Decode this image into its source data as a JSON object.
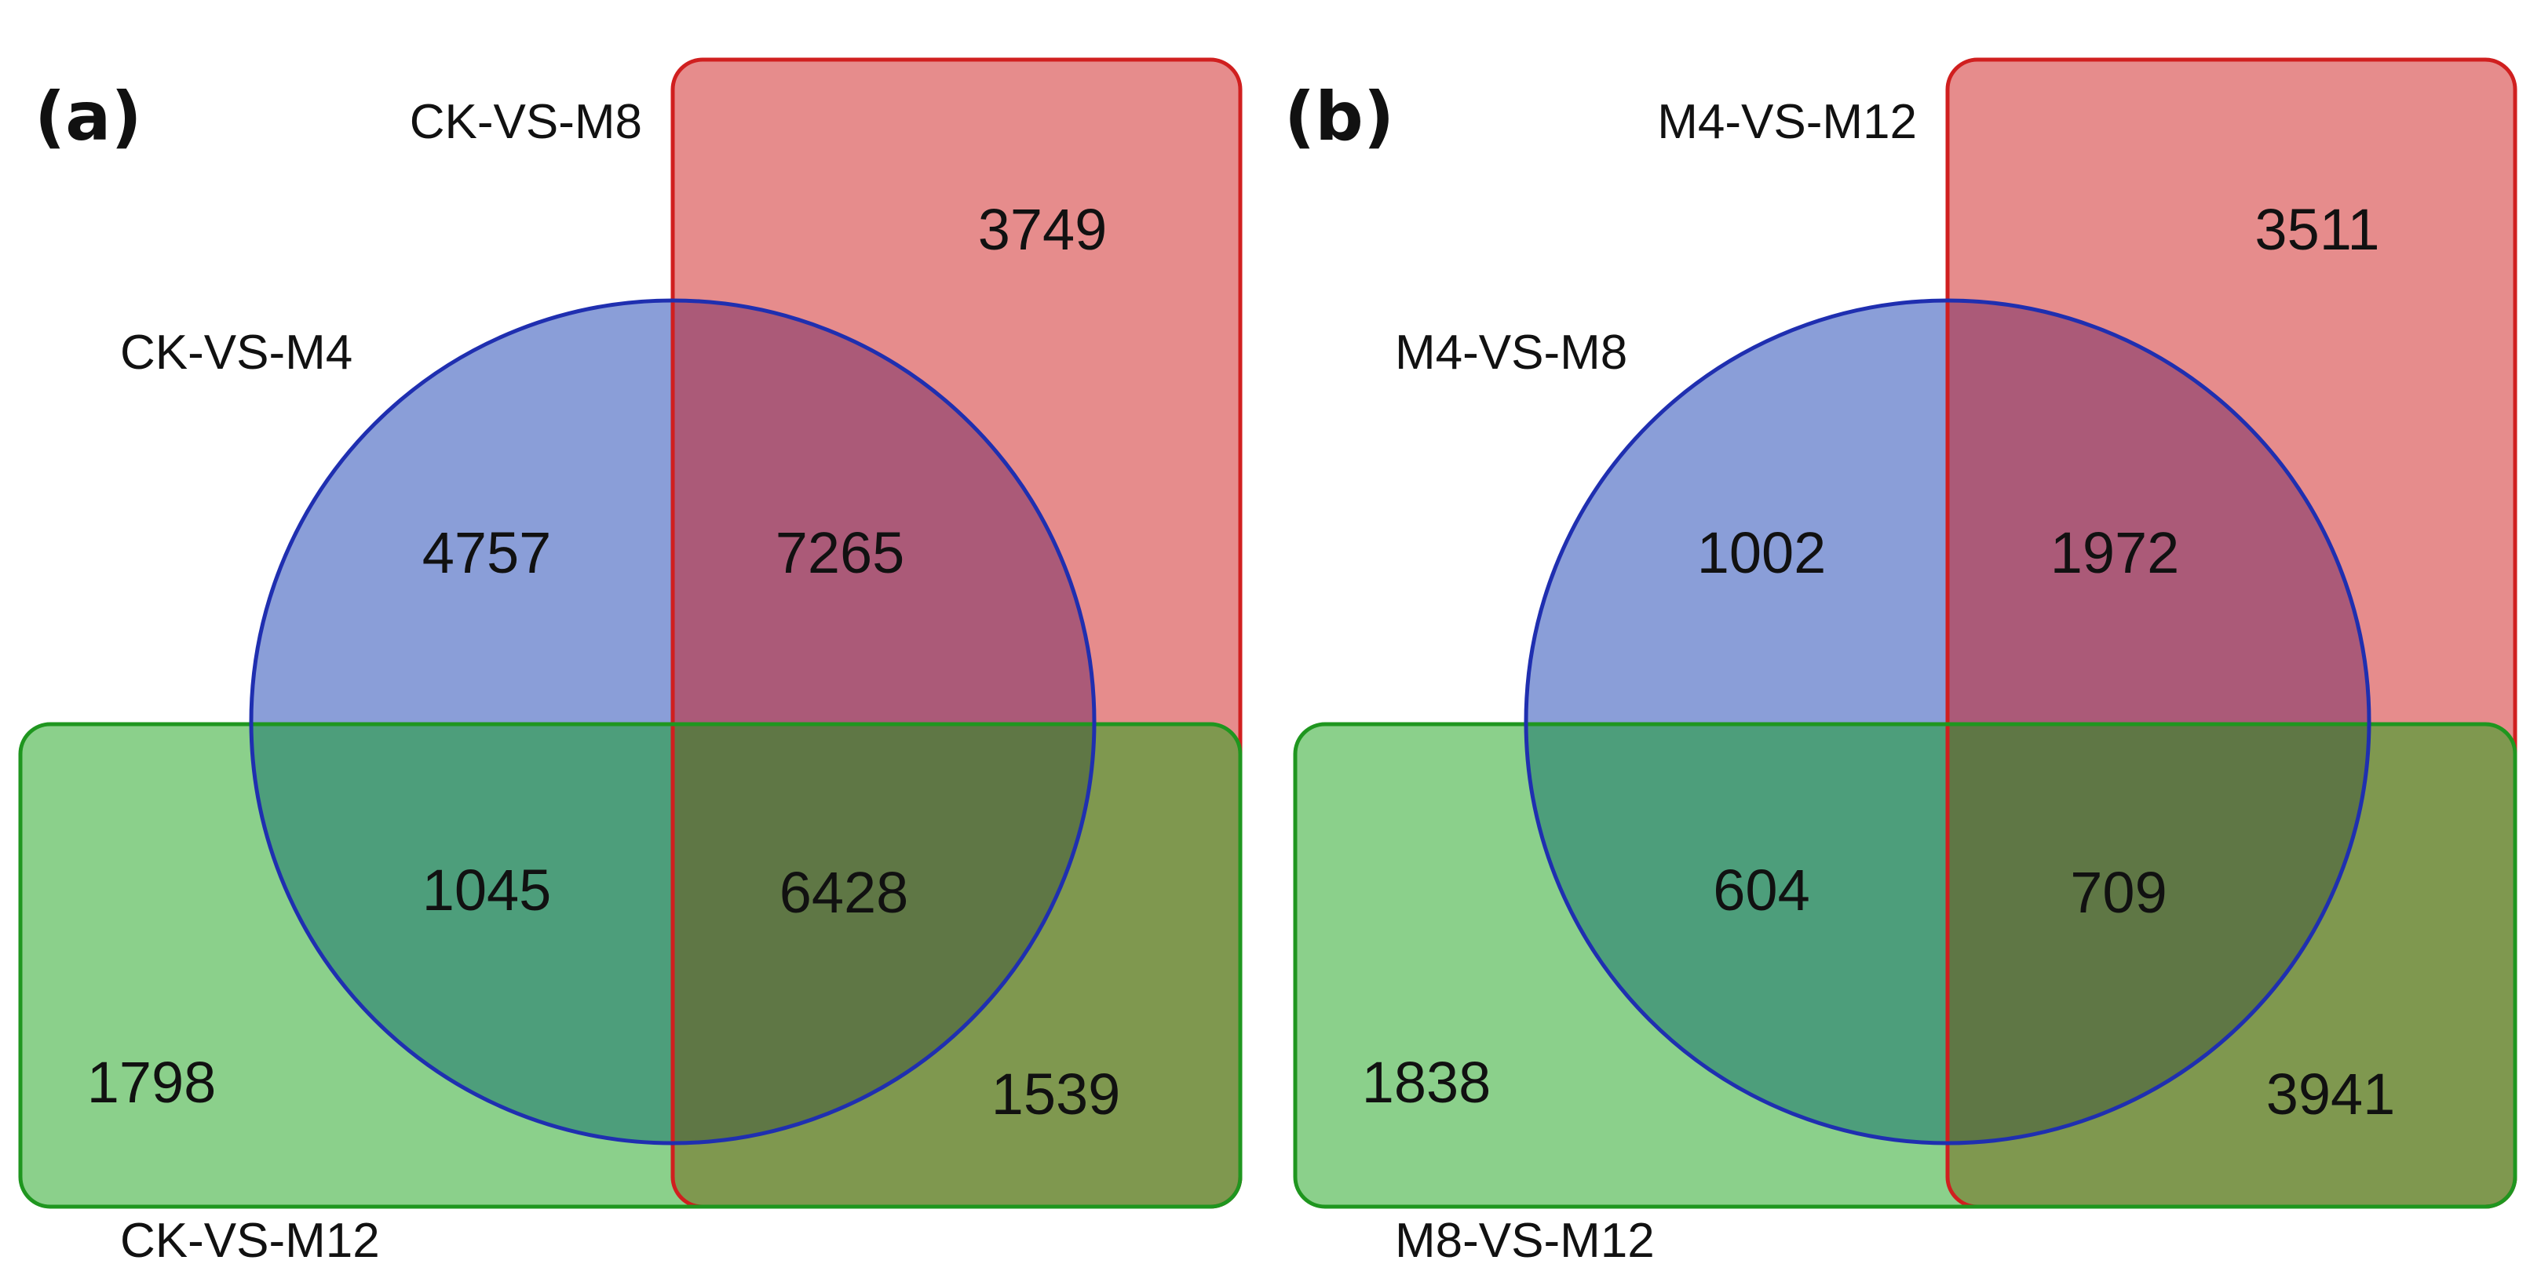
{
  "panels": [
    {
      "letter": "(a)",
      "sets": {
        "top_right": "CK-VS-M8",
        "circle": "CK-VS-M4",
        "bottom": "CK-VS-M12"
      },
      "counts": {
        "top_right_only": "3749",
        "circle_only": "4757",
        "circle_and_top_right": "7265",
        "circle_and_bottom": "1045",
        "all_three": "6428",
        "bottom_only": "1798",
        "top_right_and_bottom": "1539"
      }
    },
    {
      "letter": "(b)",
      "sets": {
        "top_right": "M4-VS-M12",
        "circle": "M4-VS-M8",
        "bottom": "M8-VS-M12"
      },
      "counts": {
        "top_right_only": "3511",
        "circle_only": "1002",
        "circle_and_top_right": "1972",
        "circle_and_bottom": "604",
        "all_three": "709",
        "bottom_only": "1838",
        "top_right_and_bottom": "3941"
      }
    }
  ],
  "colors": {
    "top_right_fill": "#e68c8c",
    "top_right_stroke": "#d01f1f",
    "circle_fill": "#8a9ed8",
    "circle_stroke": "#1f2fb0",
    "bottom_fill": "#8bd08b",
    "bottom_stroke": "#1f961f",
    "circle_top_right": "#ab5a78",
    "circle_bottom": "#4d9e7b",
    "top_right_bottom": "#7f984f",
    "all_three": "#5f7745"
  }
}
